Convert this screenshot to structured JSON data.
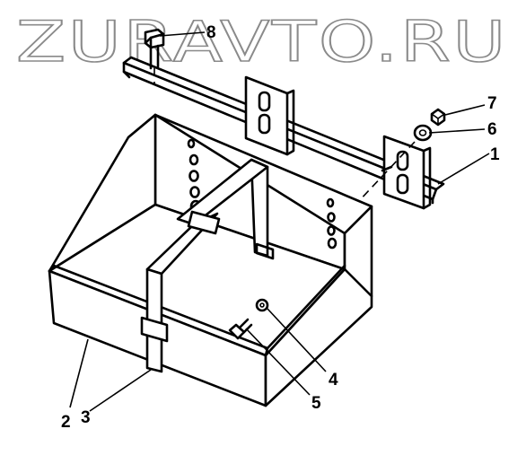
{
  "watermark": {
    "text": "ZURAVTO.RU"
  },
  "callouts": [
    {
      "id": "part-1",
      "label": "1"
    },
    {
      "id": "part-2",
      "label": "2"
    },
    {
      "id": "part-3",
      "label": "3"
    },
    {
      "id": "part-4",
      "label": "4"
    },
    {
      "id": "part-5",
      "label": "5"
    },
    {
      "id": "part-6",
      "label": "6"
    },
    {
      "id": "part-7",
      "label": "7"
    },
    {
      "id": "part-8",
      "label": "8"
    }
  ],
  "colors": {
    "line": "#000000",
    "background": "#ffffff",
    "watermark_outline": "#8a8a8a"
  }
}
